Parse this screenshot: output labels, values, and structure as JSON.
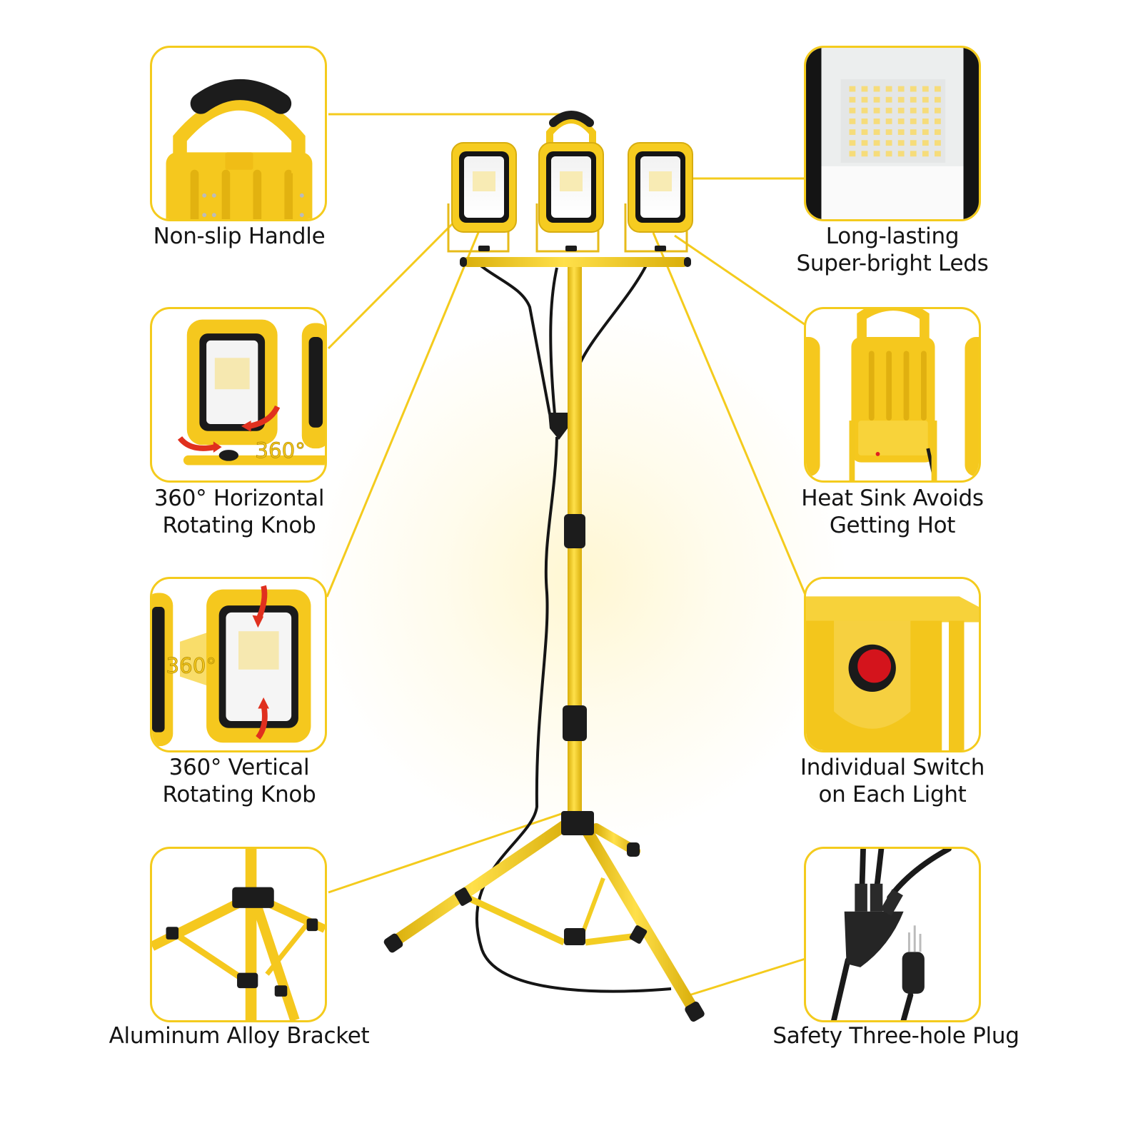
{
  "colors": {
    "accent_yellow": "#f4cb1d",
    "tube_yellow": "#f7d21c",
    "black": "#1a1a1a",
    "switch_red": "#d4141c",
    "rotation_arrow_red": "#e0301e",
    "led_warm": "#f6dc7a"
  },
  "features": [
    {
      "id": "handle",
      "side": "left",
      "lines": [
        "Non-slip Handle"
      ],
      "icon": "handle-icon"
    },
    {
      "id": "horizontal-knob",
      "side": "left",
      "lines": [
        "360° Horizontal",
        "Rotating Knob"
      ],
      "badge": "360°",
      "icon": "rotate-horizontal-icon"
    },
    {
      "id": "vertical-knob",
      "side": "left",
      "lines": [
        "360° Vertical",
        "Rotating Knob"
      ],
      "badge": "360°",
      "icon": "rotate-vertical-icon"
    },
    {
      "id": "bracket",
      "side": "left",
      "lines": [
        "Aluminum Alloy Bracket"
      ],
      "icon": "tripod-icon"
    },
    {
      "id": "leds",
      "side": "right",
      "lines": [
        "Long-lasting",
        "Super-bright Leds"
      ],
      "icon": "led-grid-icon",
      "led_grid": {
        "cols": 8,
        "rows": 7
      }
    },
    {
      "id": "heat-sink",
      "side": "right",
      "lines": [
        "Heat Sink Avoids",
        "Getting Hot"
      ],
      "icon": "heat-sink-icon"
    },
    {
      "id": "switch",
      "side": "right",
      "lines": [
        "Individual Switch",
        "on Each Light"
      ],
      "icon": "power-switch-icon"
    },
    {
      "id": "plug",
      "side": "right",
      "lines": [
        "Safety Three-hole Plug"
      ],
      "icon": "three-prong-plug-icon"
    }
  ],
  "product": {
    "name_semantic": "triple-head LED work light on telescoping tripod stand",
    "light_heads": 3,
    "pole_locks": 2,
    "tripod_legs": 3
  }
}
